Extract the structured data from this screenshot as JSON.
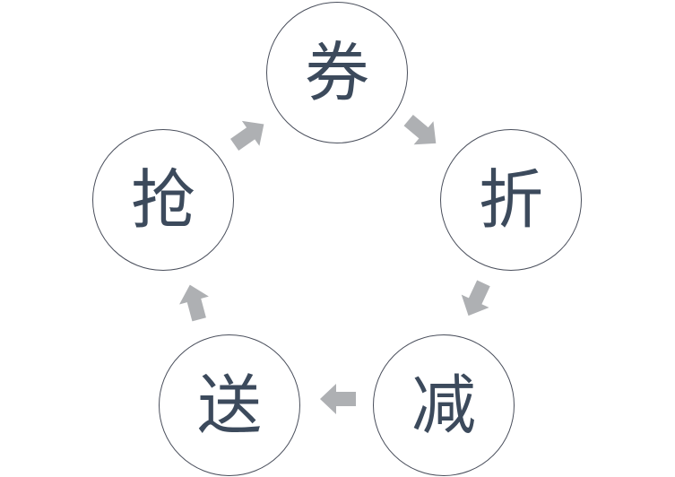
{
  "colors": {
    "circle_stroke": "#4a4f5c",
    "label_text": "#3c4a5c",
    "arrow_fill": "#aeb0b3"
  },
  "nodes": [
    {
      "id": "quan",
      "label": "券"
    },
    {
      "id": "zhe",
      "label": "折"
    },
    {
      "id": "jian",
      "label": "减"
    },
    {
      "id": "song",
      "label": "送"
    },
    {
      "id": "qiang",
      "label": "抢"
    }
  ],
  "cycle_order": [
    "quan",
    "zhe",
    "jian",
    "song",
    "qiang"
  ]
}
